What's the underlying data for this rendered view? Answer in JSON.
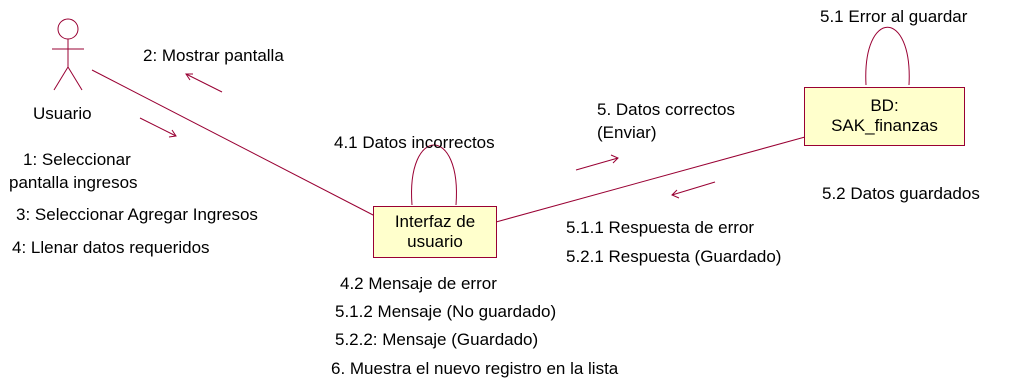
{
  "actor": {
    "name": "Usuario"
  },
  "objects": {
    "interface": {
      "line1": "Interfaz de",
      "line2": "usuario"
    },
    "database": {
      "line1": "BD:",
      "line2": "SAK_finanzas"
    }
  },
  "messages": {
    "m2": "2: Mostrar pantalla",
    "m1_line1": "1: Seleccionar",
    "m1_line2": "pantalla ingresos",
    "m3": "3: Seleccionar Agregar Ingresos",
    "m4": "4: Llenar datos requeridos",
    "m41": "4.1 Datos incorrectos",
    "m5_line1": "5. Datos correctos",
    "m5_line2": "(Enviar)",
    "m51": "5.1 Error al guardar",
    "m52": "5.2 Datos guardados",
    "m511": "5.1.1 Respuesta de error",
    "m521": "5.2.1 Respuesta (Guardado)",
    "m42": "4.2 Mensaje de error",
    "m512": "5.1.2 Mensaje (No guardado)",
    "m522": "5.2.2: Mensaje (Guardado)",
    "m6": "6. Muestra el nuevo registro en la lista"
  },
  "colors": {
    "line": "#990033",
    "box_fill": "#ffffcc",
    "actor_stroke": "#990033"
  }
}
